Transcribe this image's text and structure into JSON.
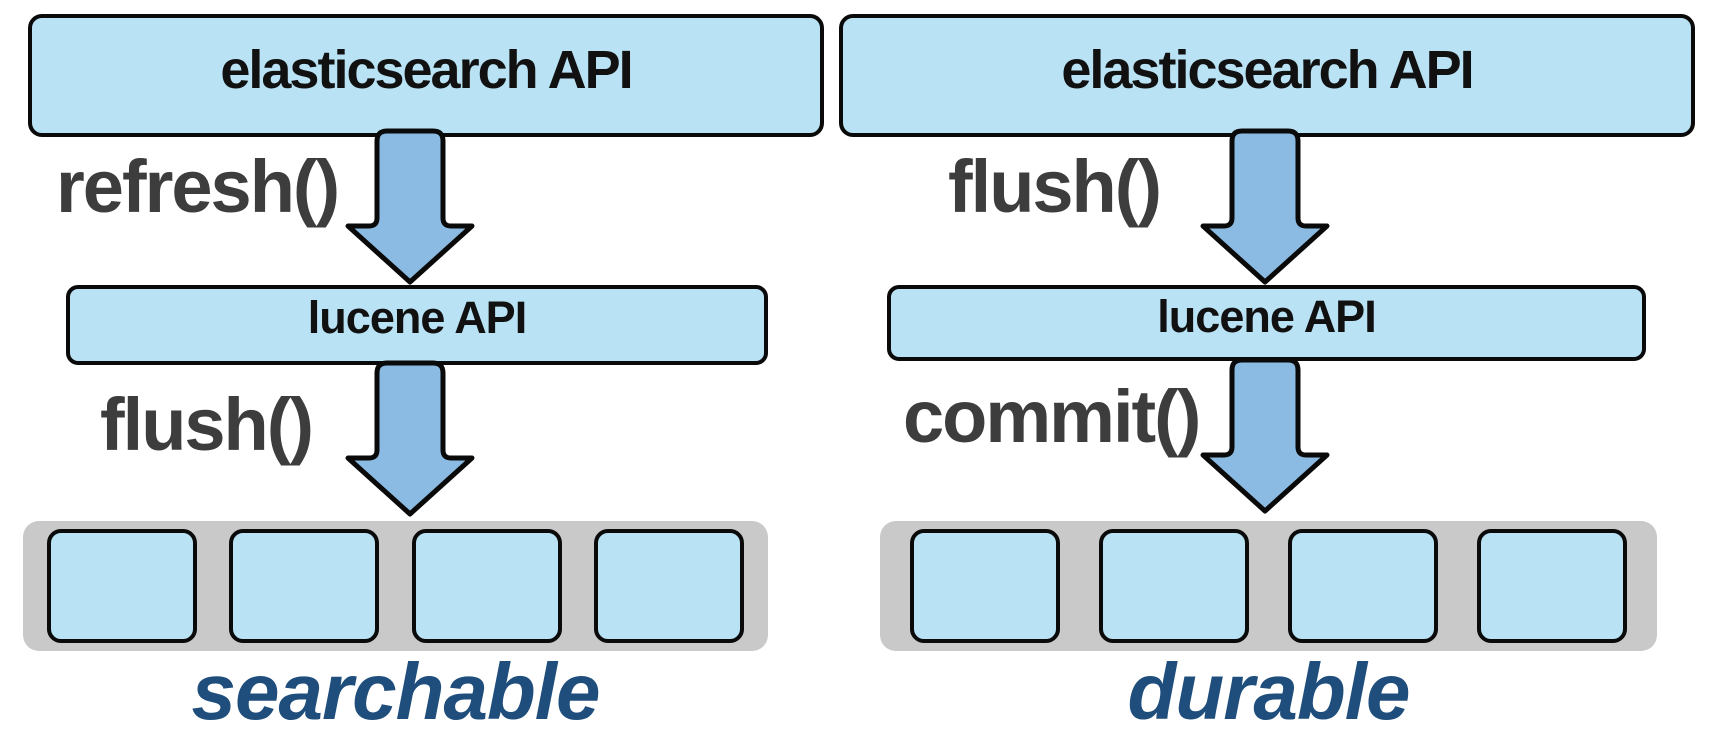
{
  "colors": {
    "box_fill": "#b9e2f4",
    "box_stroke": "#0a0a0a",
    "arrow_fill": "#8bbbe3",
    "arrow_stroke": "#0a0a0a",
    "segment_tray_fill": "#c9c9c9",
    "call_label_text": "#3d3d3d",
    "outcome_label_text": "#1f4e7c",
    "background": "#ffffff"
  },
  "icons": {
    "arrow": "thick-down-arrow"
  },
  "segments": {
    "count_per_tray": 4
  },
  "columns": [
    {
      "id": "searchable-flow",
      "top_box": "elasticsearch API",
      "arrow1_label": "refresh()",
      "middle_box": "lucene API",
      "arrow2_label": "flush()",
      "outcome_label": "searchable"
    },
    {
      "id": "durable-flow",
      "top_box": "elasticsearch API",
      "arrow1_label": "flush()",
      "middle_box": "lucene API",
      "arrow2_label": "commit()",
      "outcome_label": "durable"
    }
  ]
}
